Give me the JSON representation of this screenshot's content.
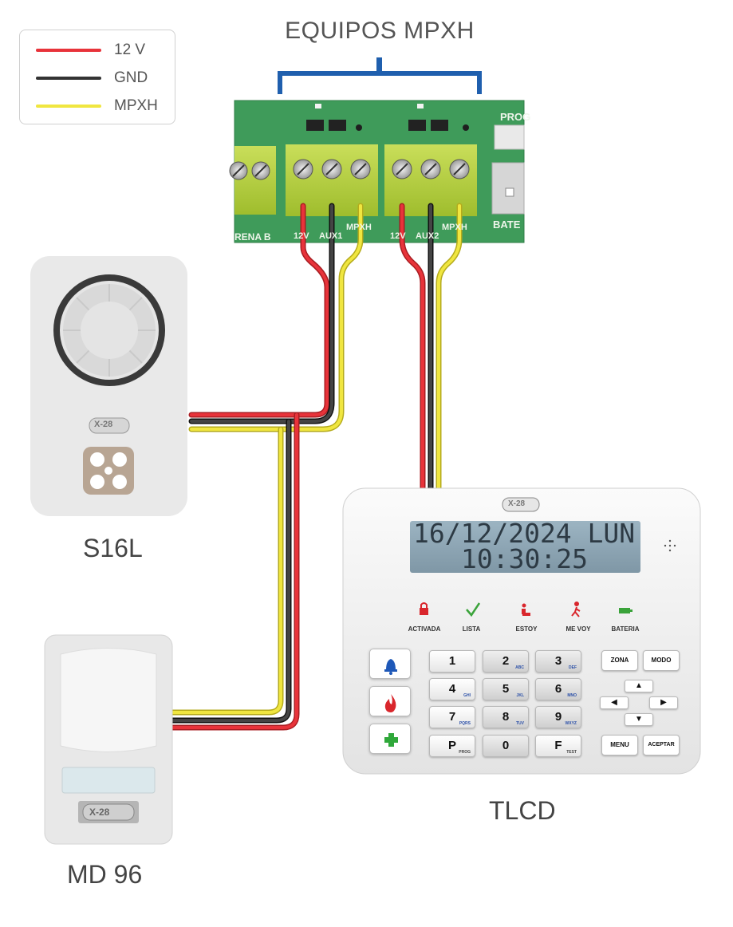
{
  "title": "EQUIPOS MPXH",
  "legend": [
    {
      "label": "12 V",
      "color": "#e8333a"
    },
    {
      "label": "GND",
      "color": "#333333"
    },
    {
      "label": "MPXH",
      "color": "#f0e640"
    }
  ],
  "board": {
    "terminal_labels_left": {
      "a": "RENA B",
      "b": "12V",
      "c": "AUX1",
      "d": "MPXH"
    },
    "terminal_labels_right": {
      "a": "12V",
      "b": "AUX2",
      "c": "MPXH"
    },
    "prog": "PROG",
    "bateria": "BATE"
  },
  "devices": {
    "siren": "S16L",
    "pir": "MD 96",
    "keypad": "TLCD",
    "brand": "X-28"
  },
  "keypad": {
    "lcd_line1": "16/12/2024 LUN",
    "lcd_line2": "10:30:25",
    "indicators": [
      {
        "label": "ACTIVADA",
        "icon": "lock-icon",
        "color": "#d9262c"
      },
      {
        "label": "LISTA",
        "icon": "check-icon",
        "color": "#3aa33a"
      },
      {
        "label": "ESTOY",
        "icon": "sitting-person-icon",
        "color": "#d9262c"
      },
      {
        "label": "ME VOY",
        "icon": "walking-person-icon",
        "color": "#d9262c"
      },
      {
        "label": "BATERIA",
        "icon": "battery-icon",
        "color": "#3aa33a"
      }
    ],
    "keys": [
      {
        "main": "1",
        "sub": ""
      },
      {
        "main": "2",
        "sub": "ABC"
      },
      {
        "main": "3",
        "sub": "DEF"
      },
      {
        "main": "4",
        "sub": "GHI"
      },
      {
        "main": "5",
        "sub": "JKL"
      },
      {
        "main": "6",
        "sub": "MNO"
      },
      {
        "main": "7",
        "sub": "PQRS"
      },
      {
        "main": "8",
        "sub": "TUV"
      },
      {
        "main": "9",
        "sub": "WXYZ"
      },
      {
        "main": "P",
        "sub": "PROG"
      },
      {
        "main": "0",
        "sub": ""
      },
      {
        "main": "F",
        "sub": "TEST"
      }
    ],
    "func_keys": {
      "zona": "ZONA",
      "modo": "MODO",
      "menu": "MENU",
      "aceptar": "ACEPTAR"
    },
    "arrows": {
      "up": "▲",
      "left": "◀",
      "right": "▶",
      "down": "▼"
    },
    "emergency": [
      "bell-icon",
      "fire-icon",
      "medical-cross-icon"
    ]
  }
}
